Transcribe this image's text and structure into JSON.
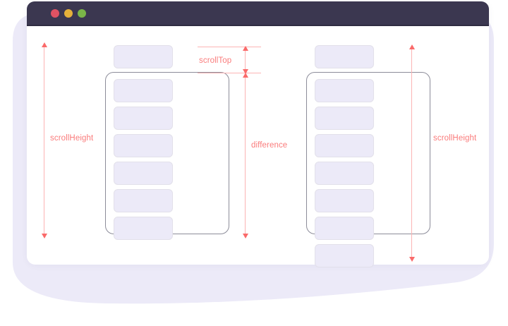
{
  "window": {
    "traffic_lights": [
      {
        "name": "close",
        "color": "#e05263"
      },
      {
        "name": "minimize",
        "color": "#e5b13a"
      },
      {
        "name": "maximize",
        "color": "#7ab648"
      }
    ]
  },
  "diagram": {
    "title": "scrollHeight / scrollTop / difference illustration",
    "labels": {
      "scroll_height_left": "scrollHeight",
      "scroll_top": "scrollTop",
      "difference": "difference",
      "scroll_height_right": "scrollHeight"
    },
    "colors": {
      "titlebar": "#3b3750",
      "item_fill": "#eceaf8",
      "item_border": "#e2e0ea",
      "container_border": "#8c8c99",
      "annotation": "#fa7b7b",
      "annotation_line": "#fcb4b4",
      "backdrop": "#eceaf8",
      "card": "#ffffff"
    },
    "left_panel": {
      "name": "left-scroll-illustration",
      "items_above_container": 1,
      "items_inside_container": 6,
      "items_below_container": 0,
      "item_labels": [
        "",
        "",
        "",
        "",
        "",
        "",
        ""
      ]
    },
    "right_panel": {
      "name": "right-scroll-illustration",
      "items_above_container": 1,
      "items_inside_container": 6,
      "items_below_container": 1,
      "item_labels": [
        "",
        "",
        "",
        "",
        "",
        "",
        "",
        ""
      ]
    }
  }
}
